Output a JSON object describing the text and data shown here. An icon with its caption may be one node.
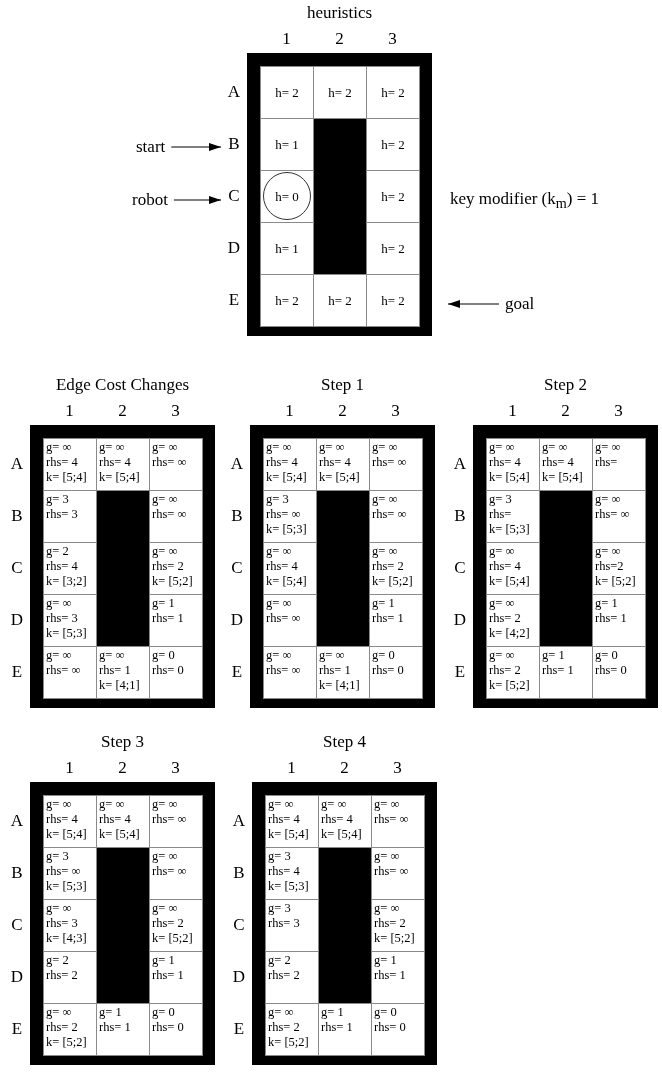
{
  "diagram": {
    "nodes": [
      {
        "text": [
          "heuristics"
        ]
      },
      {
        "text": [
          "h= 2"
        ],
        "in": 0
      },
      {
        "text": [
          "h= 2"
        ],
        "in": 0
      },
      {
        "text": [
          "h= 2"
        ],
        "in": 0
      },
      {
        "text": [
          "h= 1"
        ],
        "in": 0
      },
      {
        "text": [
          "h= 2"
        ],
        "in": 0
      },
      {
        "text": [
          "h= 0"
        ],
        "in": 0
      },
      {
        "text": [
          "h= 2"
        ],
        "in": 0
      },
      {
        "text": [
          "h= 1"
        ],
        "in": 0
      },
      {
        "text": [
          "h= 2"
        ],
        "in": 0
      },
      {
        "text": [
          "h= 2"
        ],
        "in": 0
      },
      {
        "text": [
          "h= 2"
        ],
        "in": 0
      },
      {
        "text": [
          "h= 2"
        ],
        "in": 0
      },
      {
        "text": [
          "start"
        ]
      },
      {
        "text": [
          "B"
        ]
      },
      {
        "text": [
          "robot"
        ]
      },
      {
        "text": [
          "C"
        ]
      },
      {
        "text": [
          "goal"
        ]
      },
      {
        "text": [
          "Edge Cost Changes"
        ]
      },
      {
        "text": [
          "g= ∞",
          "rhs= 4",
          "k= [5;4]"
        ],
        "in": 18
      },
      {
        "text": [
          "g= ∞",
          "rhs= 4",
          "k= [5;4]"
        ],
        "in": 18
      },
      {
        "text": [
          "g= ∞",
          "rhs= ∞"
        ],
        "in": 18
      },
      {
        "text": [
          "g= 3",
          "rhs= 3"
        ],
        "in": 18
      },
      {
        "text": [
          "g= ∞",
          "rhs= ∞"
        ],
        "in": 18
      },
      {
        "text": [
          "g= 2",
          "rhs= 4",
          "k= [3;2]"
        ],
        "in": 18
      },
      {
        "text": [
          "g= ∞",
          "rhs= 2",
          "k= [5;2]"
        ],
        "in": 18
      },
      {
        "text": [
          "g= ∞",
          "rhs= 3",
          "k= [5;3]"
        ],
        "in": 18
      },
      {
        "text": [
          "g= 1",
          "rhs= 1"
        ],
        "in": 18
      },
      {
        "text": [
          "g= ∞",
          "rhs= ∞"
        ],
        "in": 18
      },
      {
        "text": [
          "g= ∞",
          "rhs= 1",
          "k= [4;1]"
        ],
        "in": 18
      },
      {
        "text": [
          "g= 0",
          "rhs= 0"
        ],
        "in": 18
      },
      {
        "text": [
          "Step 1"
        ]
      },
      {
        "text": [
          "g= ∞",
          "rhs= 4",
          "k= [5;4]"
        ],
        "in": 31
      },
      {
        "text": [
          "g= ∞",
          "rhs= 4",
          "k= [5;4]"
        ],
        "in": 31
      },
      {
        "text": [
          "g= ∞",
          "rhs= ∞"
        ],
        "in": 31
      },
      {
        "text": [
          "g= 3",
          "rhs= ∞",
          "k= [5;3]"
        ],
        "in": 31
      },
      {
        "text": [
          "g= ∞",
          "rhs= ∞"
        ],
        "in": 31
      },
      {
        "text": [
          "g= ∞",
          "rhs= 4",
          "k= [5;4]"
        ],
        "in": 31
      },
      {
        "text": [
          "g= ∞",
          "rhs= 2",
          "k= [5;2]"
        ],
        "in": 31
      },
      {
        "text": [
          "g= ∞",
          "rhs= ∞"
        ],
        "in": 31
      },
      {
        "text": [
          "g= 1",
          "rhs= 1"
        ],
        "in": 31
      },
      {
        "text": [
          "g= ∞",
          "rhs= ∞"
        ],
        "in": 31
      },
      {
        "text": [
          "g= ∞",
          "rhs= 1",
          "k= [4;1]"
        ],
        "in": 31
      },
      {
        "text": [
          "g= 0",
          "rhs= 0"
        ],
        "in": 31
      },
      {
        "text": [
          "Step 2"
        ]
      },
      {
        "text": [
          "g= ∞",
          "rhs= 4",
          "k= [5;4]"
        ],
        "in": 44
      },
      {
        "text": [
          "g= ∞",
          "rhs= 4",
          "k= [5;4]"
        ],
        "in": 44
      },
      {
        "text": [
          "g= ∞",
          "rhs="
        ],
        "in": 44
      },
      {
        "text": [
          "g= 3",
          "rhs=",
          "k= [5;3]"
        ],
        "in": 44
      },
      {
        "text": [
          "g= ∞",
          "rhs= ∞"
        ],
        "in": 44
      },
      {
        "text": [
          "g= ∞",
          "rhs= 4",
          "k= [5;4]"
        ],
        "in": 44
      },
      {
        "text": [
          "g= ∞",
          "rhs=2",
          "k= [5;2]"
        ],
        "in": 44
      },
      {
        "text": [
          "g= ∞",
          "rhs= 2",
          "k= [4;2]"
        ],
        "in": 44
      },
      {
        "text": [
          "g= 1",
          "rhs= 1"
        ],
        "in": 44
      },
      {
        "text": [
          "g= ∞",
          "rhs= 2",
          "k= [5;2]"
        ],
        "in": 44
      },
      {
        "text": [
          "g= 1",
          "rhs= 1"
        ],
        "in": 44
      },
      {
        "text": [
          "g= 0",
          "rhs= 0"
        ],
        "in": 44
      },
      {
        "text": [
          "Step 3"
        ]
      },
      {
        "text": [
          "g= ∞",
          "rhs= 4",
          "k= [5;4]"
        ],
        "in": 57
      },
      {
        "text": [
          "g= ∞",
          "rhs= 4",
          "k= [5;4]"
        ],
        "in": 57
      },
      {
        "text": [
          "g= ∞",
          "rhs= ∞"
        ],
        "in": 57
      },
      {
        "text": [
          "g= 3",
          "rhs= ∞",
          "k= [5;3]"
        ],
        "in": 57
      },
      {
        "text": [
          "g= ∞",
          "rhs= ∞"
        ],
        "in": 57
      },
      {
        "text": [
          "g= ∞",
          "rhs= 3",
          "k= [4;3]"
        ],
        "in": 57
      },
      {
        "text": [
          "g= ∞",
          "rhs= 2",
          "k= [5;2]"
        ],
        "in": 57
      },
      {
        "text": [
          "g= 2",
          "rhs= 2"
        ],
        "in": 57
      },
      {
        "text": [
          "g= 1",
          "rhs= 1"
        ],
        "in": 57
      },
      {
        "text": [
          "g= ∞",
          "rhs= 2",
          "k= [5;2]"
        ],
        "in": 57
      },
      {
        "text": [
          "g= 1",
          "rhs= 1"
        ],
        "in": 57
      },
      {
        "text": [
          "g= 0",
          "rhs= 0"
        ],
        "in": 57
      },
      {
        "text": [
          "Step 4"
        ]
      },
      {
        "text": [
          "g= ∞",
          "rhs= 4",
          "k= [5;4]"
        ],
        "in": 70
      },
      {
        "text": [
          "g= ∞",
          "rhs= 4",
          "k= [5;4]"
        ],
        "in": 70
      },
      {
        "text": [
          "g= ∞",
          "rhs= ∞"
        ],
        "in": 70
      },
      {
        "text": [
          "g= 3",
          "rhs= 4",
          "k= [5;3]"
        ],
        "in": 70
      },
      {
        "text": [
          "g= ∞",
          "rhs= ∞"
        ],
        "in": 70
      },
      {
        "text": [
          "g= 3",
          "rhs= 3"
        ],
        "in": 70
      },
      {
        "text": [
          "g= ∞",
          "rhs= 2",
          "k= [5;2]"
        ],
        "in": 70
      },
      {
        "text": [
          "g= 2",
          "rhs= 2"
        ],
        "in": 70
      },
      {
        "text": [
          "g= 1",
          "rhs= 1"
        ],
        "in": 70
      },
      {
        "text": [
          "g= ∞",
          "rhs= 2",
          "k= [5;2]"
        ],
        "in": 70
      },
      {
        "text": [
          "g= 1",
          "rhs= 1"
        ],
        "in": 70
      },
      {
        "text": [
          "g= 0",
          "rhs= 0"
        ],
        "in": 70
      }
    ],
    "edges": [
      {
        "from": 13,
        "to": 14,
        "arrow": "to"
      },
      {
        "from": 15,
        "to": 16,
        "arrow": "to"
      },
      {
        "from": 17,
        "to": 0,
        "arrow": "to"
      }
    ],
    "labels": [
      "1",
      "2",
      "3",
      "A",
      "D",
      "E",
      "key modifier (k$_{m}$) = 1",
      "1",
      "2",
      "3",
      "A",
      "B",
      "C",
      "D",
      "E",
      "1",
      "2",
      "3",
      "A",
      "B",
      "C",
      "D",
      "E",
      "1",
      "2",
      "3",
      "A",
      "B",
      "C",
      "D",
      "E",
      "1",
      "2",
      "3",
      "A",
      "B",
      "C",
      "D",
      "E",
      "1",
      "2",
      "3",
      "A",
      "B",
      "C",
      "D",
      "E"
    ]
  }
}
